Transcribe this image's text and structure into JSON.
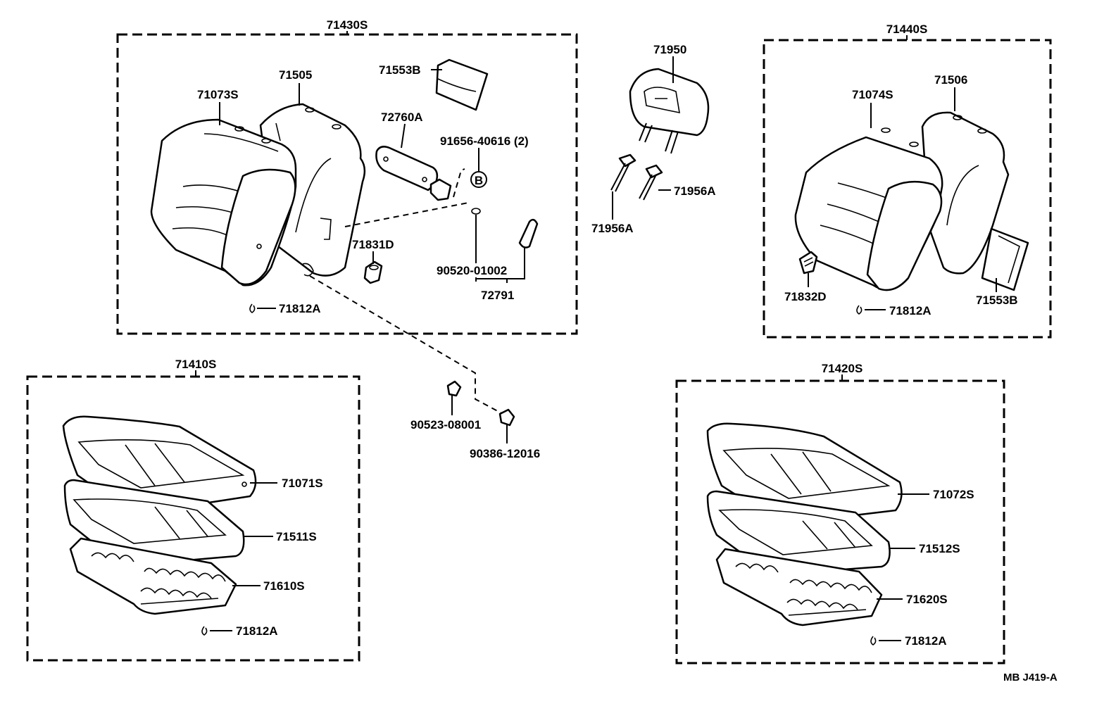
{
  "labels": {
    "assy_front_back": "71430S",
    "assy_rear_back": "71440S",
    "assy_front_cushion": "71410S",
    "assy_rear_cushion": "71420S",
    "cover_back_front": "71073S",
    "pad_back_front": "71505",
    "pocket": "71553B",
    "panel": "72760A",
    "screw": "91656-40616 (2)",
    "screw_mark": "B",
    "clip_front": "71831D",
    "bolt": "90520-01002",
    "hook": "72791",
    "hog_ring_front_back": "71812A",
    "headrest": "71950",
    "support_right": "71956A",
    "support_left": "71956A",
    "cover_back_rear": "71074S",
    "pad_back_rear": "71506",
    "clip_rear": "71832D",
    "hog_ring_rear_back": "71812A",
    "pocket_rear": "71553B",
    "nut": "90523-08001",
    "washer": "90386-12016",
    "cover_cushion_front": "71071S",
    "pad_cushion_front": "71511S",
    "spring_cushion_front": "71610S",
    "hog_ring_cushion_front": "71812A",
    "cover_cushion_rear": "71072S",
    "pad_cushion_rear": "71512S",
    "spring_cushion_rear": "71620S",
    "hog_ring_cushion_rear": "71812A",
    "drawing_id": "MB J419-A"
  }
}
